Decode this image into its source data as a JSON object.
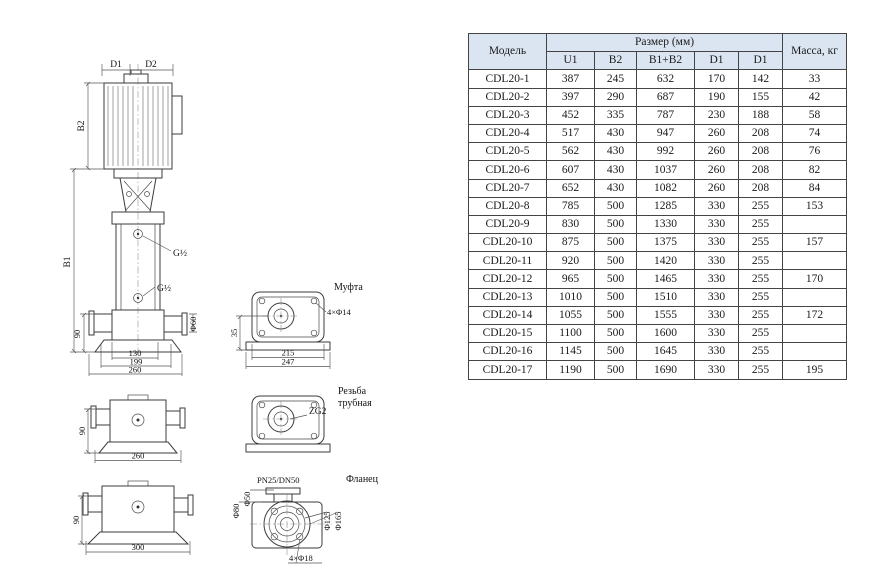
{
  "drawings": {
    "main": {
      "d1": "D1",
      "d2": "D2",
      "b2": "B2",
      "b1": "B1",
      "g_top": "G½",
      "g_bottom": "G½",
      "phi60": "Φ60",
      "dim90": "90",
      "dim130": "130",
      "dim199": "199",
      "dim260": "260"
    },
    "coupling": {
      "title": "Муфта",
      "dim35": "35",
      "holes": "4×Φ14",
      "dim215": "215",
      "dim247": "247"
    },
    "side_260": {
      "dim90": "90",
      "dim260": "260"
    },
    "threaded": {
      "title_line1": "Резьба",
      "title_line2": "трубная",
      "label": "ZG2"
    },
    "side_300": {
      "dim90": "90",
      "dim300": "300"
    },
    "flange": {
      "title": "Фланец",
      "pn": "PN25/DN50",
      "phi50": "Φ50",
      "phi80": "Φ80",
      "phi125": "Φ125",
      "phi165": "Φ165",
      "holes": "4×Φ18"
    }
  },
  "table": {
    "model_header": "Модель",
    "size_header": "Размер (мм)",
    "mass_header": "Масса, кг",
    "dim_headers": [
      "U1",
      "B2",
      "B1+B2",
      "D1",
      "D1"
    ],
    "rows": [
      {
        "cells": [
          "CDL20-1",
          "387",
          "245",
          "632",
          "170",
          "142",
          "33"
        ]
      },
      {
        "cells": [
          "CDL20-2",
          "397",
          "290",
          "687",
          "190",
          "155",
          "42"
        ]
      },
      {
        "cells": [
          "CDL20-3",
          "452",
          "335",
          "787",
          "230",
          "188",
          "58"
        ]
      },
      {
        "cells": [
          "CDL20-4",
          "517",
          "430",
          "947",
          "260",
          "208",
          "74"
        ]
      },
      {
        "cells": [
          "CDL20-5",
          "562",
          "430",
          "992",
          "260",
          "208",
          "76"
        ]
      },
      {
        "cells": [
          "CDL20-6",
          "607",
          "430",
          "1037",
          "260",
          "208",
          "82"
        ]
      },
      {
        "cells": [
          "CDL20-7",
          "652",
          "430",
          "1082",
          "260",
          "208",
          "84"
        ]
      },
      {
        "cells": [
          "CDL20-8",
          "785",
          "500",
          "1285",
          "330",
          "255",
          "153"
        ]
      },
      {
        "cells": [
          "CDL20-9",
          "830",
          "500",
          "1330",
          "330",
          "255",
          ""
        ]
      },
      {
        "cells": [
          "CDL20-10",
          "875",
          "500",
          "1375",
          "330",
          "255",
          "157"
        ]
      },
      {
        "cells": [
          "CDL20-11",
          "920",
          "500",
          "1420",
          "330",
          "255",
          ""
        ]
      },
      {
        "cells": [
          "CDL20-12",
          "965",
          "500",
          "1465",
          "330",
          "255",
          "170"
        ]
      },
      {
        "cells": [
          "CDL20-13",
          "1010",
          "500",
          "1510",
          "330",
          "255",
          ""
        ]
      },
      {
        "cells": [
          "CDL20-14",
          "1055",
          "500",
          "1555",
          "330",
          "255",
          "172"
        ]
      },
      {
        "cells": [
          "CDL20-15",
          "1100",
          "500",
          "1600",
          "330",
          "255",
          ""
        ]
      },
      {
        "cells": [
          "CDL20-16",
          "1145",
          "500",
          "1645",
          "330",
          "255",
          ""
        ]
      },
      {
        "cells": [
          "CDL20-17",
          "1190",
          "500",
          "1690",
          "330",
          "255",
          "195"
        ]
      }
    ]
  }
}
